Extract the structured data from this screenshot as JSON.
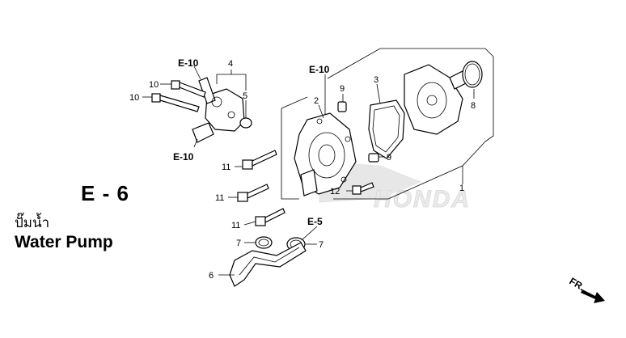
{
  "page": {
    "code": "E - 6",
    "title_thai": "ปั๊มน้ำ",
    "title_english": "Water Pump"
  },
  "watermark": {
    "brand": "HONDA"
  },
  "direction_marker": {
    "label": "FR."
  },
  "references": [
    {
      "id": "ref-e10-top-left",
      "text": "E-10"
    },
    {
      "id": "ref-e10-bottom-left",
      "text": "E-10"
    },
    {
      "id": "ref-e10-center",
      "text": "E-10"
    },
    {
      "id": "ref-e5",
      "text": "E-5"
    }
  ],
  "callouts": {
    "c1": "1",
    "c2": "2",
    "c3": "3",
    "c4": "4",
    "c5": "5",
    "c6": "6",
    "c7a": "7",
    "c7b": "7",
    "c8": "8",
    "c9a": "9",
    "c9b": "9",
    "c10a": "10",
    "c10b": "10",
    "c11a": "11",
    "c11b": "11",
    "c11c": "11",
    "c12": "12"
  }
}
